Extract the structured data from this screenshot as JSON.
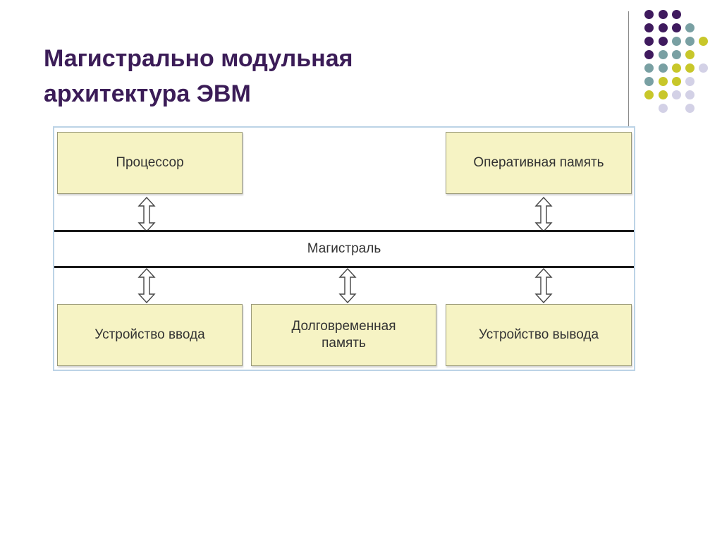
{
  "slide": {
    "title_line1": "Магистрально модульная",
    "title_line2": "архитектура ЭВМ"
  },
  "decor": {
    "dot_colors": {
      "purple": "#3f1a5e",
      "teal": "#79a0a3",
      "olive": "#c8c72a",
      "lavender": "#d3d1e6"
    }
  },
  "diagram": {
    "bus_label": "Магистраль",
    "top_blocks": {
      "processor": "Процессор",
      "ram": "Оперативная память"
    },
    "bottom_blocks": {
      "input_device": "Устройство ввода",
      "long_term_memory_line1": "Долговременная",
      "long_term_memory_line2": "память",
      "output_device": "Устройство вывода"
    },
    "colors": {
      "block_fill": "#f6f3c4",
      "bus": "#1a1a1a"
    }
  }
}
